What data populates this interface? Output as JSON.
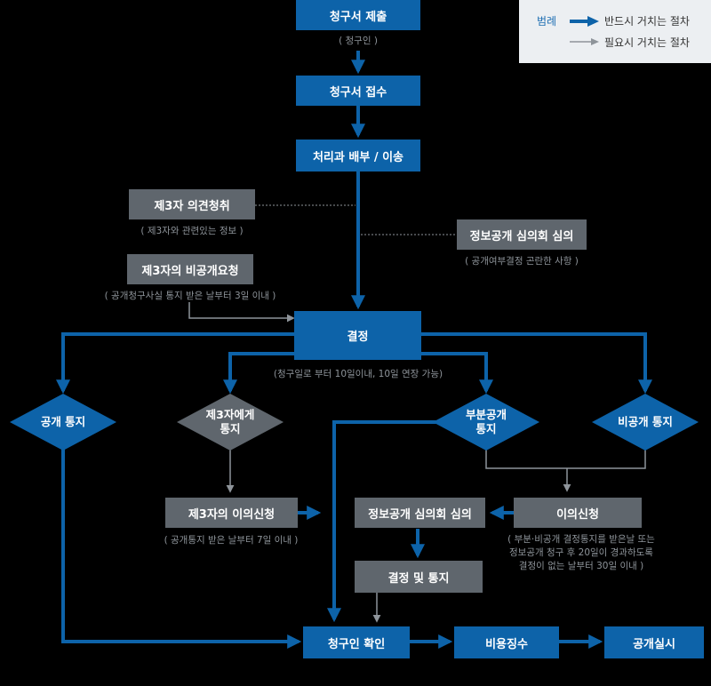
{
  "colors": {
    "primary": "#0d63a9",
    "secondary": "#5f666d",
    "background": "#000000",
    "note": "#8e949a"
  },
  "legend": {
    "title": "범례",
    "required": "반드시 거치는 절차",
    "optional": "필요시 거치는 절차"
  },
  "nodes": {
    "submit": {
      "label": "청구서 제출",
      "note": "( 청구인 )"
    },
    "receive": {
      "label": "청구서 접수"
    },
    "process": {
      "label": "처리과 배부 / 이송"
    },
    "third_opinion": {
      "label": "제3자 의견청취",
      "note": "( 제3자와 관련있는 정보 )"
    },
    "committee_review": {
      "label": "정보공개 심의회 심의",
      "note": "( 공개여부결정 곤란한 사항 )"
    },
    "third_request": {
      "label": "제3자의 비공개요청",
      "note": "( 공개청구사실 통지 받은 날부터 3일 이내 )"
    },
    "decision": {
      "label": "결정",
      "note": "(청구일로 부터 10일이내, 10일 연장 가능)"
    },
    "public_notice": {
      "label": "공개 통지"
    },
    "third_notice": {
      "label1": "제3자에게",
      "label2": "통지"
    },
    "partial_notice": {
      "label1": "부분공개",
      "label2": "통지"
    },
    "private_notice": {
      "label": "비공개 통지"
    },
    "third_objection": {
      "label": "제3자의 이의신청",
      "note": "( 공개통지 받은 날부터 7일 이내 )"
    },
    "committee_review2": {
      "label": "정보공개 심의회 심의"
    },
    "objection": {
      "label": "이의신청",
      "note1": "( 부분·비공개 결정통지를 받은날 또는",
      "note2": "정보공개 청구 후 20일이 경과하도록",
      "note3": "결정이 없는 날부터 30일 이내 )"
    },
    "decision_notice": {
      "label": "결정 및 통지"
    },
    "confirm": {
      "label": "청구인 확인"
    },
    "fee": {
      "label": "비용징수"
    },
    "disclosure": {
      "label": "공개실시"
    }
  }
}
